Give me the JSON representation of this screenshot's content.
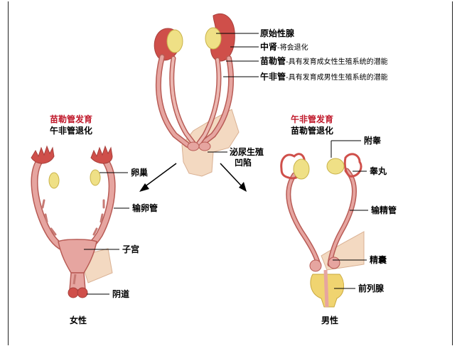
{
  "colors": {
    "duct_fill": "#e6a5a0",
    "duct_stroke": "#b85b55",
    "gonad_yellow": "#efe086",
    "gonad_red": "#cf4f4a",
    "sinus_skin": "#f3d9c1",
    "prostate": "#f0d470",
    "title_red": "#c0192b"
  },
  "top_labels": {
    "gonad": "原始性腺",
    "mesonephros_bold": "中肾",
    "mesonephros_note": "-将会退化",
    "mullerian_bold": "苗勒管",
    "mullerian_note": "-具有发育成女性生殖系统的潜能",
    "wolffian_bold": "午非管",
    "wolffian_note": "-具有发育成男性生殖系统的潜能",
    "sinus_line1": "泌尿生殖",
    "sinus_line2": "凹陷"
  },
  "female": {
    "heading_red": "苗勒管发育",
    "heading_black": "午非管退化",
    "ovary": "卵巢",
    "oviduct": "输卵管",
    "uterus": "子宫",
    "vagina": "阴道",
    "caption": "女性"
  },
  "male": {
    "heading_red": "午非管发育",
    "heading_black": "苗勒管退化",
    "epididymis": "附睾",
    "testis": "睾丸",
    "vas_deferens": "输精管",
    "seminal_vesicle": "精囊",
    "prostate": "前列腺",
    "caption": "男性"
  }
}
